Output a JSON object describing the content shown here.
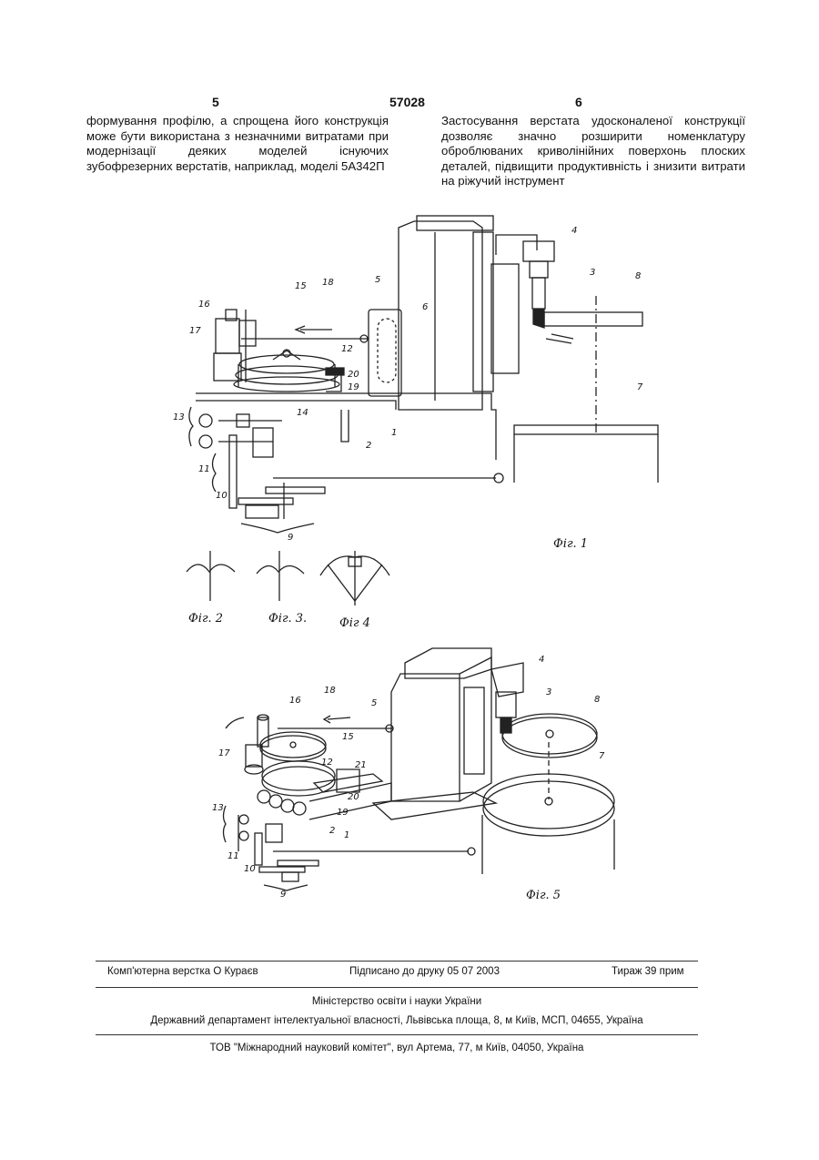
{
  "header": {
    "page_left": "5",
    "patent_number": "57028",
    "page_right": "6"
  },
  "body": {
    "left_column": "формування профілю, а спрощена його конструкція може бути використана з незначними витратами при модернізації деяких моделей існуючих зубофрезерних верстатів, наприклад, моделі 5А342П",
    "right_column": "Застосування верстата удосконаленої конструкції дозволяє значно розширити номенклатуру оброблюваних криволінійних поверхонь плоских деталей, підвищити продуктивність і знизити витрати на ріжучий інструмент"
  },
  "figures": {
    "fig1_caption": "Фіг. 1",
    "fig2_caption": "Фіг. 2",
    "fig3_caption": "Фіг. 3.",
    "fig4_caption": "Фіг 4",
    "fig5_caption": "Фіг. 5",
    "fig1_numbers": [
      "1",
      "2",
      "3",
      "4",
      "5",
      "6",
      "7",
      "8",
      "9",
      "10",
      "11",
      "12",
      "13",
      "14",
      "15",
      "16",
      "17",
      "18",
      "19",
      "20"
    ],
    "fig5_numbers": [
      "1",
      "2",
      "3",
      "4",
      "5",
      "7",
      "8",
      "9",
      "10",
      "11",
      "12",
      "13",
      "15",
      "16",
      "17",
      "18",
      "19",
      "20",
      "21"
    ]
  },
  "footer": {
    "typesetting": "Комп'ютерна верстка О Кураєв",
    "signed": "Підписано до друку 05 07 2003",
    "circulation": "Тираж 39 прим",
    "ministry": "Міністерство освіти і науки України",
    "department": "Державний департамент інтелектуальної власності, Львівська площа, 8, м  Київ, МСП, 04655, Україна",
    "publisher": "ТОВ \"Міжнародний науковий комітет\", вул  Артема, 77, м  Київ, 04050, Україна"
  }
}
